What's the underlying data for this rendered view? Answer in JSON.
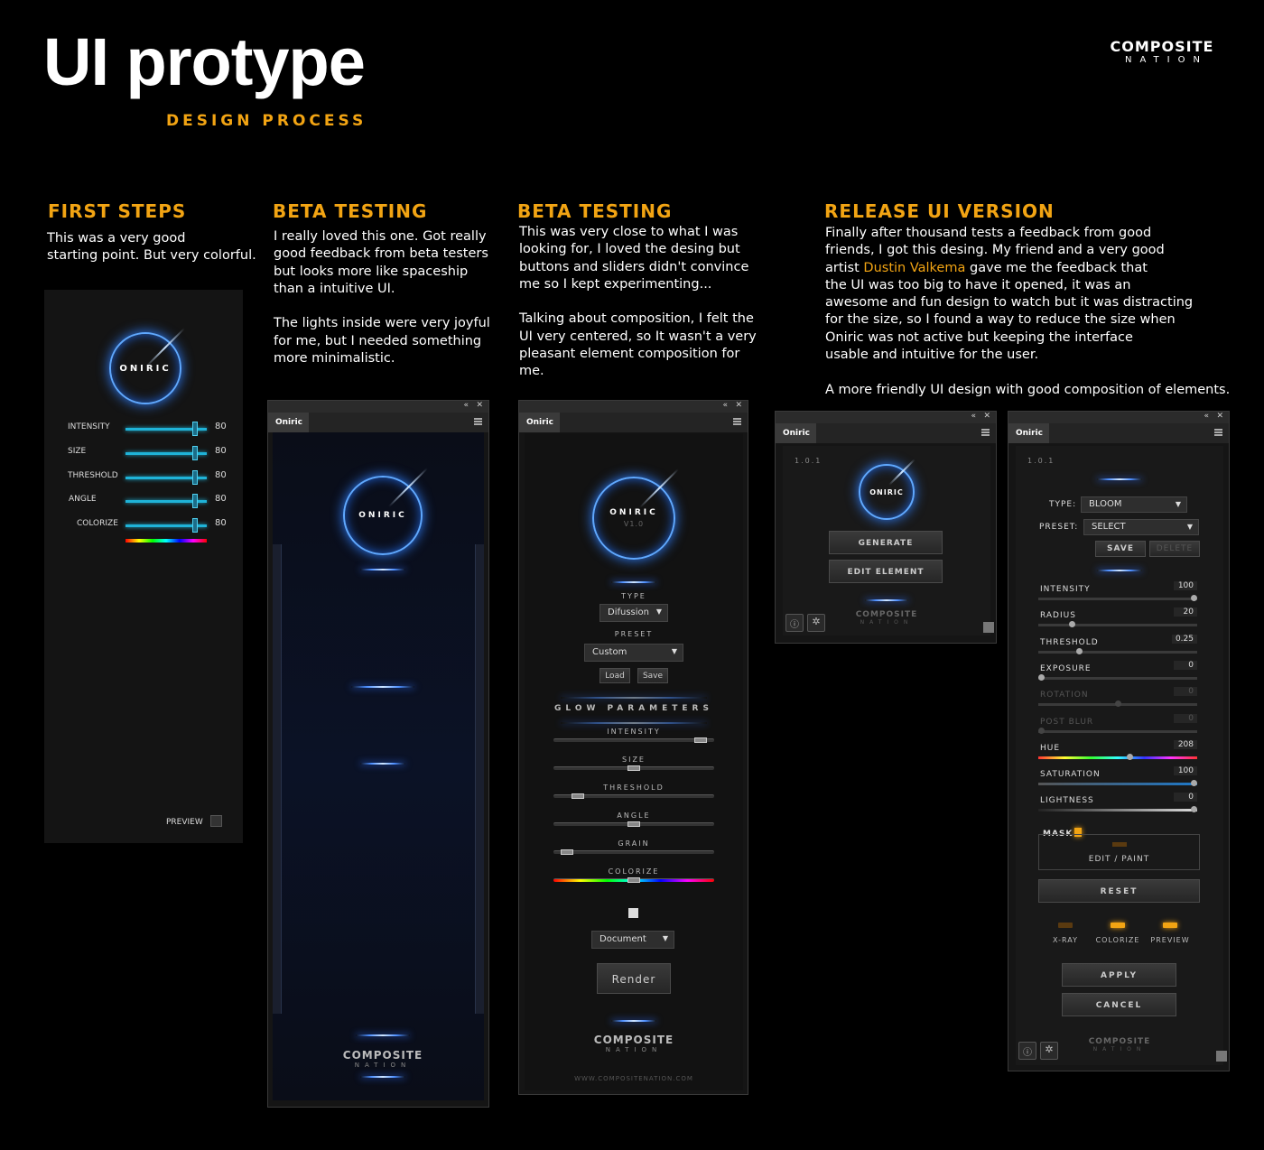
{
  "header": {
    "title": "UI protype",
    "subtitle": "DESIGN PROCESS",
    "brand_line1": "COMPOSITE",
    "brand_line2": "NATION"
  },
  "sections": [
    {
      "heading": "FIRST STEPS",
      "text": "This was a very good\nstarting point. But very colorful."
    },
    {
      "heading": "BETA TESTING",
      "text": "I really loved this one. Got really\ngood feedback from beta testers\nbut looks more like spaceship\nthan a intuitive UI.\n\nThe lights inside were very joyful\nfor me, but I needed something\nmore minimalistic."
    },
    {
      "heading": "BETA TESTING",
      "text": "This was very close to what I was\nlooking for, I loved the desing but\nbuttons and sliders didn't convince\nme so I kept experimenting...\n\nTalking about composition, I felt the\nUI very centered, so It wasn't a very\npleasant element composition for\nme."
    },
    {
      "heading": "RELEASE UI VERSION",
      "text_before": "Finally after thousand tests a feedback from good\nfriends, I got this desing. My friend and a very good\nartist ",
      "highlight": "Dustin Valkema",
      "text_after": " gave me the feedback that\nthe UI was too big to have it opened, it was an\nawesome and fun design to watch but it was distracting\nfor the size, so I found a way to reduce the size when\nOniric was not active but keeping the interface\nusable and intuitive for the user.\n\nA more friendly UI design with good composition of elements."
    }
  ],
  "panel1": {
    "logo": "ONIRIC",
    "sliders": [
      {
        "label": "INTENSITY",
        "value": "80",
        "level": 0.85
      },
      {
        "label": "SIZE",
        "value": "80",
        "level": 0.85
      },
      {
        "label": "THRESHOLD",
        "value": "80",
        "level": 0.85
      },
      {
        "label": "ANGLE",
        "value": "80",
        "level": 0.85
      },
      {
        "label": "COLORIZE",
        "value": "80",
        "level": 0.85
      }
    ],
    "preview_label": "PREVIEW"
  },
  "panel2": {
    "tab": "Oniric",
    "logo": "ONIRIC",
    "footer_line1": "COMPOSITE",
    "footer_line2": "NATION"
  },
  "panel3": {
    "tab": "Oniric",
    "logo": "ONIRIC",
    "version": "V1.0",
    "type_label": "TYPE",
    "type_value": "Difussion",
    "preset_label": "PRESET",
    "preset_value": "Custom",
    "load": "Load",
    "save": "Save",
    "glow_heading": "GLOW PARAMETERS",
    "params": [
      {
        "label": "INTENSITY",
        "level": 0.95
      },
      {
        "label": "SIZE",
        "level": 0.5
      },
      {
        "label": "THRESHOLD",
        "level": 0.12
      },
      {
        "label": "ANGLE",
        "level": 0.5
      },
      {
        "label": "GRAIN",
        "level": 0.05
      },
      {
        "label": "COLORIZE",
        "level": 0.5
      }
    ],
    "output_value": "Document",
    "render": "Render",
    "footer_line1": "COMPOSITE",
    "footer_line2": "NATION",
    "url": "WWW.COMPOSITENATION.COM"
  },
  "panel4": {
    "tab": "Oniric",
    "version": "1.0.1",
    "logo": "ONIRIC",
    "generate": "GENERATE",
    "edit_element": "EDIT ELEMENT",
    "footer_line1": "COMPOSITE",
    "footer_line2": "NATION"
  },
  "panel5": {
    "tab": "Oniric",
    "version": "1.0.1",
    "type_label": "TYPE:",
    "type_value": "BLOOM",
    "preset_label": "PRESET:",
    "preset_value": "SELECT",
    "save": "SAVE",
    "delete": "DELETE",
    "params": [
      {
        "label": "INTENSITY",
        "value": "100",
        "level": 1.0,
        "dim": false
      },
      {
        "label": "RADIUS",
        "value": "20",
        "level": 0.2,
        "dim": false
      },
      {
        "label": "THRESHOLD",
        "value": "0.25",
        "level": 0.25,
        "dim": false
      },
      {
        "label": "EXPOSURE",
        "value": "0",
        "level": 0.0,
        "dim": false
      },
      {
        "label": "ROTATION",
        "value": "0",
        "level": 0.5,
        "dim": true
      },
      {
        "label": "POST BLUR",
        "value": "0",
        "level": 0.0,
        "dim": true
      },
      {
        "label": "HUE",
        "value": "208",
        "level": 0.58,
        "dim": false
      },
      {
        "label": "SATURATION",
        "value": "100",
        "level": 1.0,
        "dim": false
      },
      {
        "label": "LIGHTNESS",
        "value": "0",
        "level": 1.0,
        "dim": false
      }
    ],
    "mask_label": "MASK",
    "edit_paint": "EDIT / PAINT",
    "reset": "RESET",
    "toggles": [
      {
        "label": "X-RAY",
        "on": false
      },
      {
        "label": "COLORIZE",
        "on": true
      },
      {
        "label": "PREVIEW",
        "on": true
      }
    ],
    "apply": "APPLY",
    "cancel": "CANCEL",
    "footer_line1": "COMPOSITE",
    "footer_line2": "NATION"
  },
  "colors": {
    "accent": "#f2a413",
    "glow": "#4d8fff",
    "cyan": "#1fb3d8"
  }
}
